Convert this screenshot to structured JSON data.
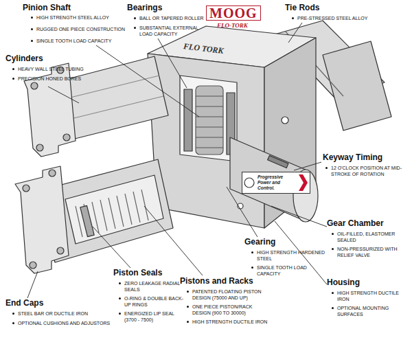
{
  "diagram": {
    "nodes": [
      {
        "text": [
          "Progressive Power and Control."
        ]
      }
    ],
    "labels": [
      "Pinion Shaft",
      "HIGH STRENGTH STEEL ALLOY",
      "RUGGED ONE PIECE CONSTRUCTION",
      "SINGLE TOOTH LOAD CAPACITY",
      "Bearings",
      "BALL OR TAPERED ROLLER",
      "SUBSTANTIAL EXTERNAL LOAD CAPACITY",
      "MOOG",
      "FLO-TORK",
      "Tie Rods",
      "PRE-STRESSED STEEL ALLOY",
      "Cylinders",
      "HEAVY WALL STEEL TUBING",
      "PRECISION HONED BORES",
      "FLO TORK",
      "Keyway Timing",
      "12 O'CLOCK POSITION AT MID-STROKE OF ROTATION",
      "Gear Chamber",
      "OIL-FILLED, ELASTOMER SEALED",
      "NON-PRESSURIZED WITH RELIEF VALVE",
      "Gearing",
      "HIGH STRENGTH HARDENED STEEL",
      "SINGLE TOOTH LOAD CAPACITY",
      "Housing",
      "HIGH STRENGTH DUCTILE IRON",
      "OPTIONAL MOUNTING SURFACES",
      "Piston Seals",
      "ZERO LEAKAGE RADIAL SEALS",
      "O-RING & DOUBLE BACK-UP RINGS",
      "ENERGIZED LIP SEAL (3700 - 7500)",
      "Pistons and Racks",
      "PATENTED FLOATING PISTON DESIGN (75000 AND UP)",
      "ONE PIECE PISTON/RACK DESIGN (900 TO 30000)",
      "HIGH STRENGTH DUCTILE IRON",
      "End Caps",
      "STEEL BAR OR DUCTILE IRON",
      "OPTIONAL CUSHIONS AND ADJUSTORS"
    ]
  }
}
